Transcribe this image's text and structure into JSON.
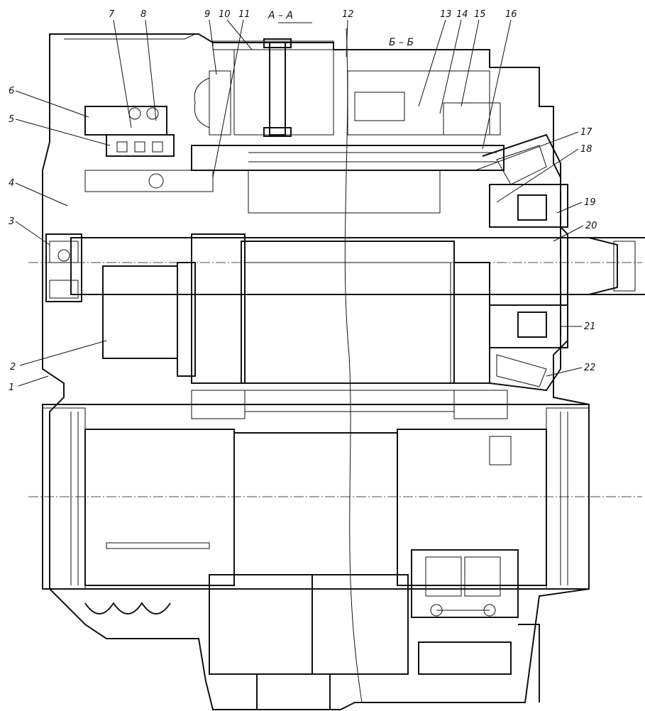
{
  "section_labels": {
    "a_a": "А – А",
    "b_b": "Б – Б"
  },
  "callouts": [
    "1",
    "2",
    "3",
    "4",
    "5",
    "6",
    "7",
    "8",
    "9",
    "10",
    "11",
    "12",
    "13",
    "14",
    "15",
    "16",
    "17",
    "18",
    "19",
    "20",
    "21",
    "22"
  ],
  "colors": {
    "ink": "#111111",
    "paper": "#ffffff"
  }
}
